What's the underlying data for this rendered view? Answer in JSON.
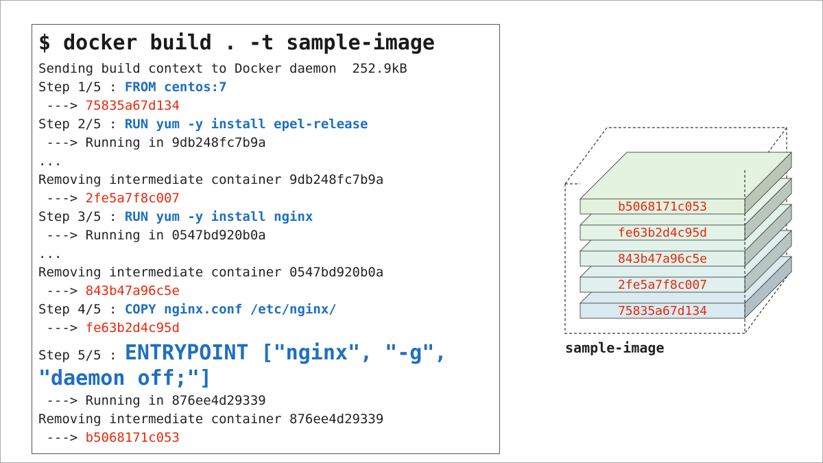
{
  "command": "$ docker build . -t sample-image",
  "build_log": {
    "context": "Sending build context to Docker daemon  252.9kB",
    "step1": {
      "prefix": "Step 1/5 : ",
      "instruction": "FROM centos:7",
      "arrow": " ---> ",
      "hash": "75835a67d134"
    },
    "step2": {
      "prefix": "Step 2/5 : ",
      "instruction": "RUN yum -y install epel-release",
      "running": " ---> Running in 9db248fc7b9a",
      "ellipsis": "...",
      "removing": "Removing intermediate container 9db248fc7b9a",
      "arrow": " ---> ",
      "hash": "2fe5a7f8c007"
    },
    "step3": {
      "prefix": "Step 3/5 : ",
      "instruction": "RUN yum -y install nginx",
      "running": " ---> Running in 0547bd920b0a",
      "ellipsis": "...",
      "removing": "Removing intermediate container 0547bd920b0a",
      "arrow": " ---> ",
      "hash": "843b47a96c5e"
    },
    "step4": {
      "prefix": "Step 4/5 : ",
      "instruction": "COPY nginx.conf /etc/nginx/",
      "arrow": " ---> ",
      "hash": "fe63b2d4c95d"
    },
    "step5": {
      "prefix": "Step 5/5 : ",
      "instruction_line1": "ENTRYPOINT [\"nginx\", \"-g\",",
      "instruction_line2": "\"daemon off;\"]",
      "running": " ---> Running in 876ee4d29339",
      "removing": "Removing intermediate container 876ee4d29339",
      "arrow": " ---> ",
      "hash": "b5068171c053"
    }
  },
  "image": {
    "name": "sample-image",
    "layers": [
      "b5068171c053",
      "fe63b2d4c95d",
      "843b47a96c5e",
      "2fe5a7f8c007",
      "75835a67d134"
    ],
    "layer_colors": [
      "#e3f2de",
      "#e3f3e6",
      "#e1f2ea",
      "#dff0ee",
      "#d9eaf0"
    ],
    "top_face_color": "#e3f3df",
    "text_color": "#e8280e",
    "instruction_color": "#1f6fbf"
  }
}
